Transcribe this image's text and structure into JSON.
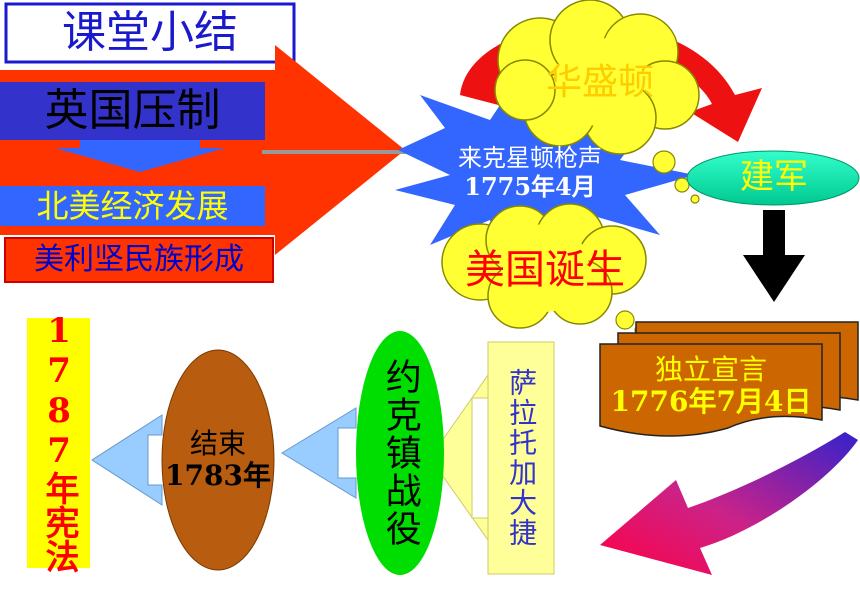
{
  "title": "课堂小结",
  "causes": [
    "英国压制",
    "北美经济发展",
    "美利坚民族形成"
  ],
  "lexington": "来克星顿枪声",
  "lexington_date": "1775年4月",
  "washington": "华盛顿",
  "army": "建军",
  "birth": "美国诞生",
  "declaration": "独立宣言",
  "declaration_date": "1776年7月4日",
  "saratoga": "萨拉托加大捷",
  "yorktown": "约克镇战役",
  "end": "结束",
  "end_year": "1783年",
  "constitution": "1787年宪法",
  "colors": {
    "title_text": "#1a1acc",
    "title_border": "#1a1acc",
    "red": "#ff3300",
    "blue_block": "#3333cc",
    "cloud": "#ffff33",
    "burst": "#3366ff",
    "teal": "#00e0a0",
    "brown": "#cc6600",
    "oval_brown": "#b85c10",
    "green": "#00dd00",
    "pale_yellow": "#ffff99",
    "light_blue": "#99ccff"
  }
}
